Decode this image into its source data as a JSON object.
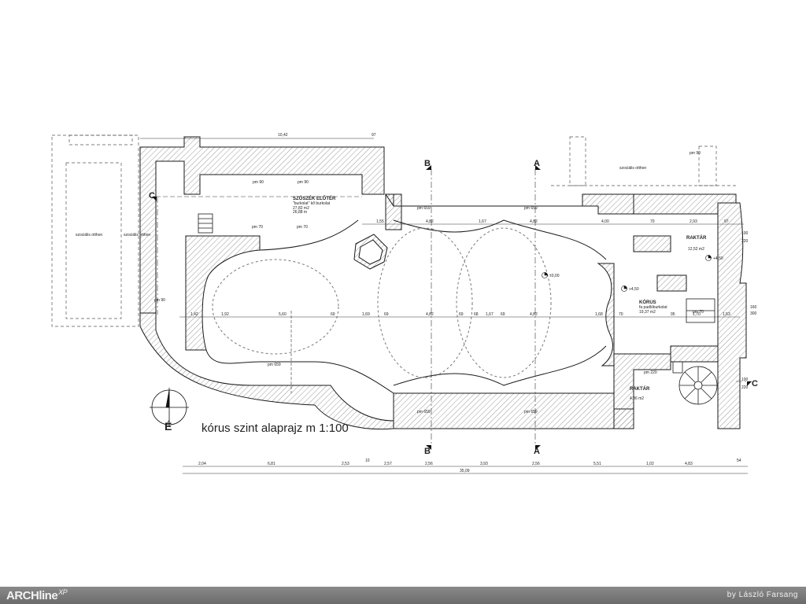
{
  "drawing": {
    "title": "kórus szint alaprajz m 1:100",
    "north_label": "É",
    "section_marks": {
      "a": "A",
      "b": "B",
      "c": "C"
    },
    "rooms": {
      "szocialis_left": "szociális otthon",
      "szocialis_mid": "szociális otthon",
      "szocialis_top": "szociális otthon",
      "eloter_name": "SZÓSZÉK ELŐTÉR",
      "eloter_detail": "\"burkolat\" kő burkolat",
      "eloter_area": "27,82 m2",
      "eloter_perim": "26,88 m",
      "korus_name": "KÓRUS",
      "korus_detail": "fa padlóburkolat",
      "korus_area": "19,37 m2",
      "raktar1_name": "RAKTÁR",
      "raktar1_area": "12,52 m2",
      "raktar2_name": "RAKTÁR",
      "raktar2_area": "4,86 m2"
    },
    "levels": {
      "zero": "±0,00",
      "upper": "+4,50",
      "upper2": "+4,50"
    },
    "dims_top": {
      "overall": "10,42",
      "small": "97"
    },
    "dims_axis": [
      "1,42",
      "1,92",
      "5,60",
      "69",
      "1,69",
      "69",
      "4,82",
      "69",
      "68",
      "1,67",
      "69",
      "4,82",
      "1,68",
      "70",
      "95",
      "1,70",
      "1,53"
    ],
    "dims_upper": [
      "1,55",
      "4,82",
      "1,67",
      "4,82",
      "4,00",
      "70",
      "2,93",
      "97"
    ],
    "dims_right": [
      "100",
      "220",
      "160",
      "300",
      "100",
      "220"
    ],
    "dims_bottom": [
      "2,04",
      "6,81",
      "2,53",
      "2,57",
      "2,56",
      "3,93",
      "2,56",
      "5,51",
      "1,02",
      "4,83"
    ],
    "dims_bottom_small": [
      "10",
      "54"
    ],
    "dims_bottom_total": "35,09",
    "pm_labels": [
      "pm 90",
      "pm 90",
      "pm 70",
      "pm 70",
      "pm 90",
      "pm 659",
      "pm 659",
      "pm 659",
      "pm 659",
      "pm 659",
      "pm 90",
      "pm 70",
      "pm 220"
    ],
    "colors": {
      "line": "#1a1a1a",
      "hatch": "#6e6e6e"
    }
  },
  "footer": {
    "brand": "ARCHline",
    "brand_sup": "XP",
    "author": "by László Farsang"
  }
}
